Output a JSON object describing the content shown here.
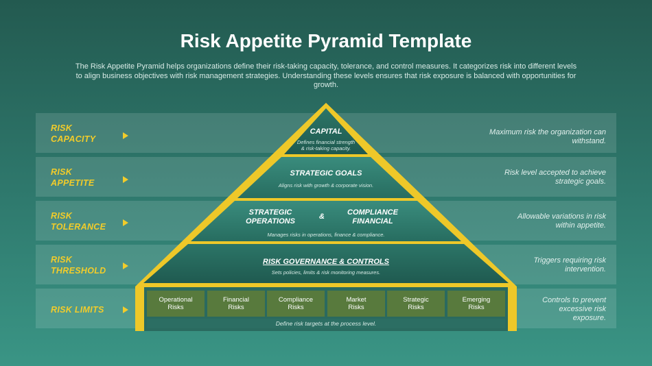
{
  "title": "Risk Appetite Pyramid Template",
  "description": "The Risk Appetite Pyramid helps organizations define their risk-taking capacity, tolerance, and control measures. It categorizes risk into different levels to align business objectives with risk management strategies. Understanding these levels ensures that risk exposure is balanced with opportunities for growth.",
  "colors": {
    "accent": "#f2cc2a",
    "background": "#2f7a6e",
    "box": "#587a3d"
  },
  "levels": [
    {
      "label_line1": "RISK",
      "label_line2": "CAPACITY",
      "right": "Maximum risk the organization can withstand."
    },
    {
      "label_line1": "RISK",
      "label_line2": "APPETITE",
      "right": "Risk level accepted to achieve strategic goals."
    },
    {
      "label_line1": "RISK",
      "label_line2": "TOLERANCE",
      "right": "Allowable variations in risk within appetite."
    },
    {
      "label_line1": "RISK",
      "label_line2": "THRESHOLD",
      "right": "Triggers requiring risk intervention."
    },
    {
      "label_line1": "RISK LIMITS",
      "label_line2": "",
      "right": "Controls to prevent excessive risk exposure."
    }
  ],
  "pyramid": {
    "capital": {
      "title": "CAPITAL",
      "sub1": "Defines financial strength",
      "sub2": "& risk-taking capacity."
    },
    "strategic_goals": {
      "title": "STRATEGIC GOALS",
      "sub": "Aligns risk with growth & corporate vision."
    },
    "operations": {
      "left1": "STRATEGIC",
      "left2": "OPERATIONS",
      "amp": "&",
      "right1": "COMPLIANCE",
      "right2": "FINANCIAL",
      "sub": "Manages risks in operations, finance & compliance."
    },
    "governance": {
      "title": "RISK GOVERNANCE & CONTROLS",
      "sub": "Sets policies, limits & risk monitoring measures."
    },
    "base": {
      "boxes": [
        {
          "line1": "Operational",
          "line2": "Risks"
        },
        {
          "line1": "Financial",
          "line2": "Risks"
        },
        {
          "line1": "Compliance",
          "line2": "Risks"
        },
        {
          "line1": "Market",
          "line2": "Risks"
        },
        {
          "line1": "Strategic",
          "line2": "Risks"
        },
        {
          "line1": "Emerging",
          "line2": "Risks"
        }
      ],
      "footer": "Define risk targets at the process level."
    }
  }
}
